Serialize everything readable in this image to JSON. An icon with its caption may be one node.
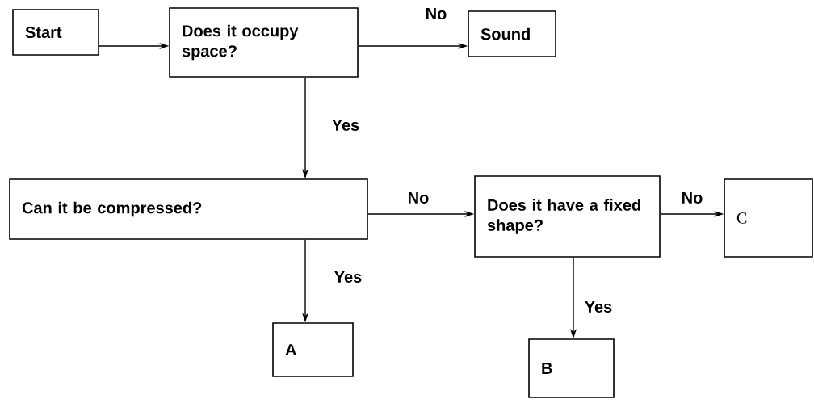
{
  "diagram": {
    "nodes": [
      {
        "text": [
          "Start"
        ]
      },
      {
        "text": [
          "Does it occupy space?"
        ]
      },
      {
        "text": [
          "Sound"
        ]
      },
      {
        "text": [
          "Can it be compressed?"
        ]
      },
      {
        "text": [
          "Does it have a fixed shape?"
        ]
      },
      {
        "text": [
          "C"
        ]
      },
      {
        "text": [
          "A"
        ]
      },
      {
        "text": [
          "B"
        ]
      }
    ],
    "edges": [
      {
        "from": 0,
        "to": 1,
        "arrow": "to"
      },
      {
        "from": 1,
        "to": 2,
        "arrow": "to",
        "label": "No"
      },
      {
        "from": 1,
        "to": 3,
        "arrow": "to",
        "label": "Yes"
      },
      {
        "from": 3,
        "to": 4,
        "arrow": "to",
        "label": "No"
      },
      {
        "from": 4,
        "to": 5,
        "arrow": "to",
        "label": "No"
      },
      {
        "from": 3,
        "to": 6,
        "arrow": "to",
        "label": "Yes"
      },
      {
        "from": 4,
        "to": 7,
        "arrow": "to",
        "label": "Yes"
      }
    ]
  }
}
